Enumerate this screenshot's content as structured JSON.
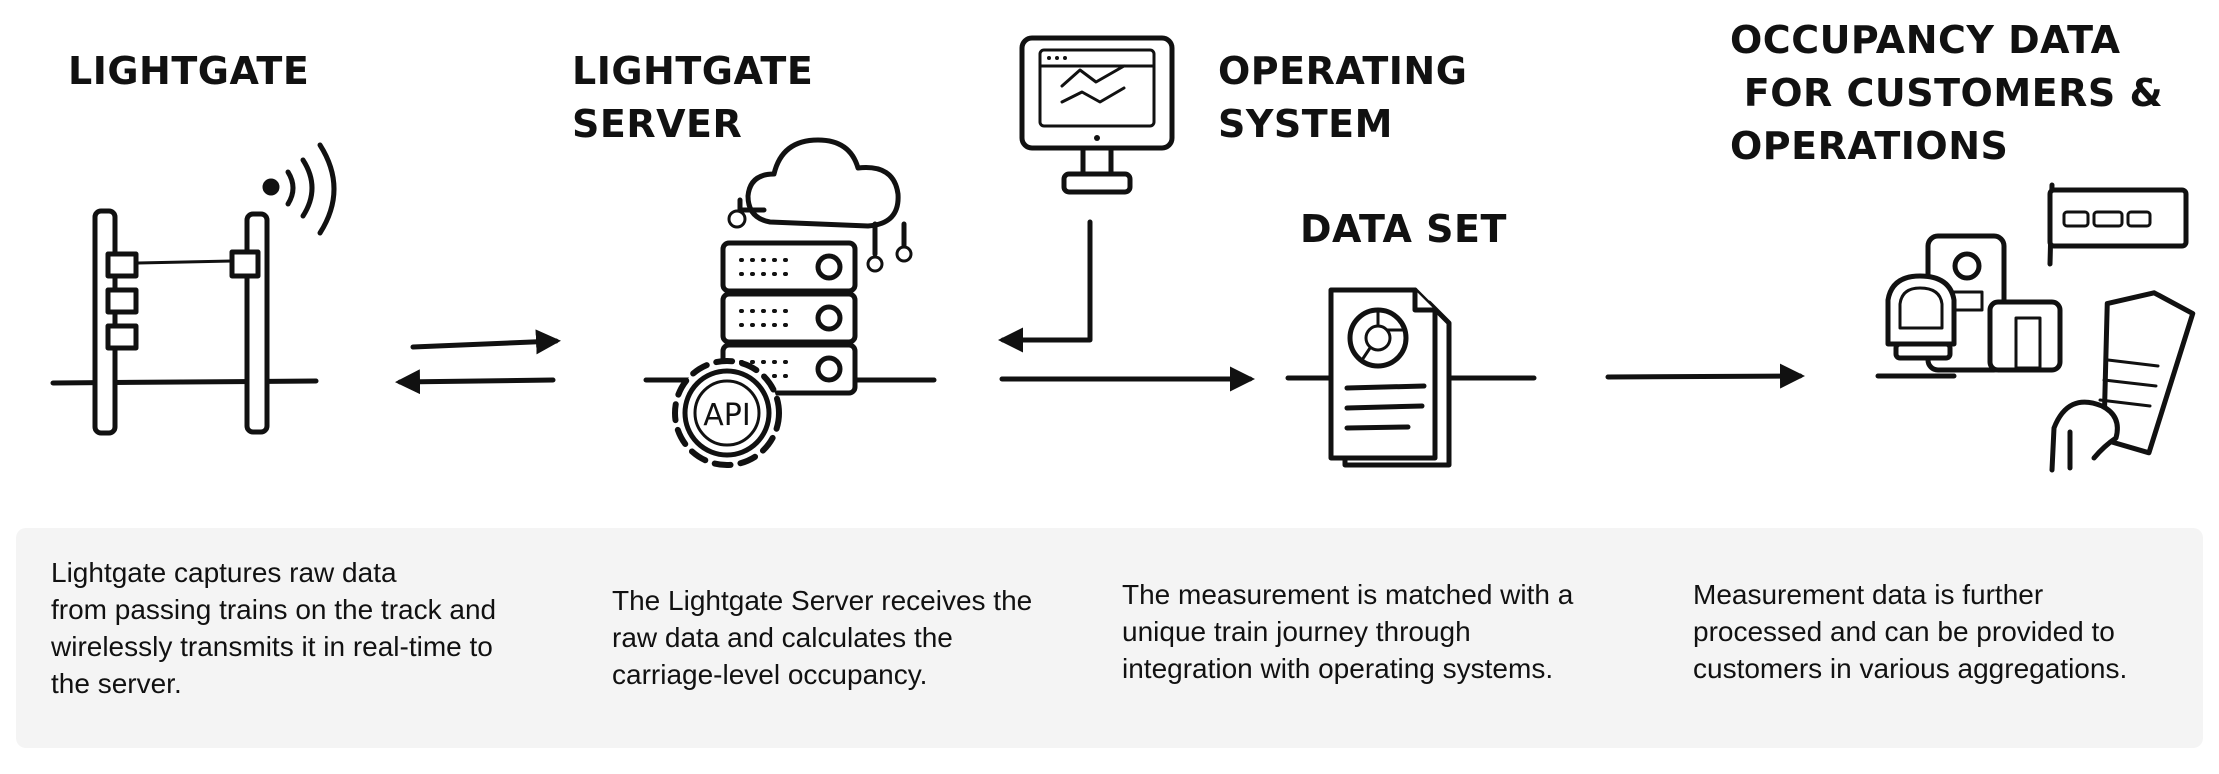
{
  "stages": {
    "lightgate": {
      "title": "LIGHTGATE",
      "icon": "lightgate-pole-icon"
    },
    "server": {
      "title": "LIGHTGATE\nSERVER",
      "icon": "server-cloud-icon",
      "api_label": "API"
    },
    "operating_system": {
      "title": "OPERATING\nSYSTEM",
      "icon": "monitor-icon"
    },
    "data_set": {
      "title": "DATA SET",
      "icon": "document-chart-icon"
    },
    "occupancy": {
      "title": "OCCUPANCY DATA\n FOR CUSTOMERS &\nOPERATIONS",
      "icon": "train-phone-icon"
    }
  },
  "steps": [
    {
      "text": "Lightgate captures raw data\nfrom passing trains on the track and\nwirelessly transmits it in real-time to\nthe server."
    },
    {
      "text": "The Lightgate Server receives the\nraw data and calculates the\ncarriage-level occupancy."
    },
    {
      "text": "The measurement is matched with a\nunique train journey through\nintegration with operating systems."
    },
    {
      "text": "Measurement data is further\nprocessed and can be provided to\ncustomers in various aggregations."
    }
  ],
  "colors": {
    "ink": "#111111",
    "panel": "#f4f4f4",
    "background": "#ffffff"
  }
}
